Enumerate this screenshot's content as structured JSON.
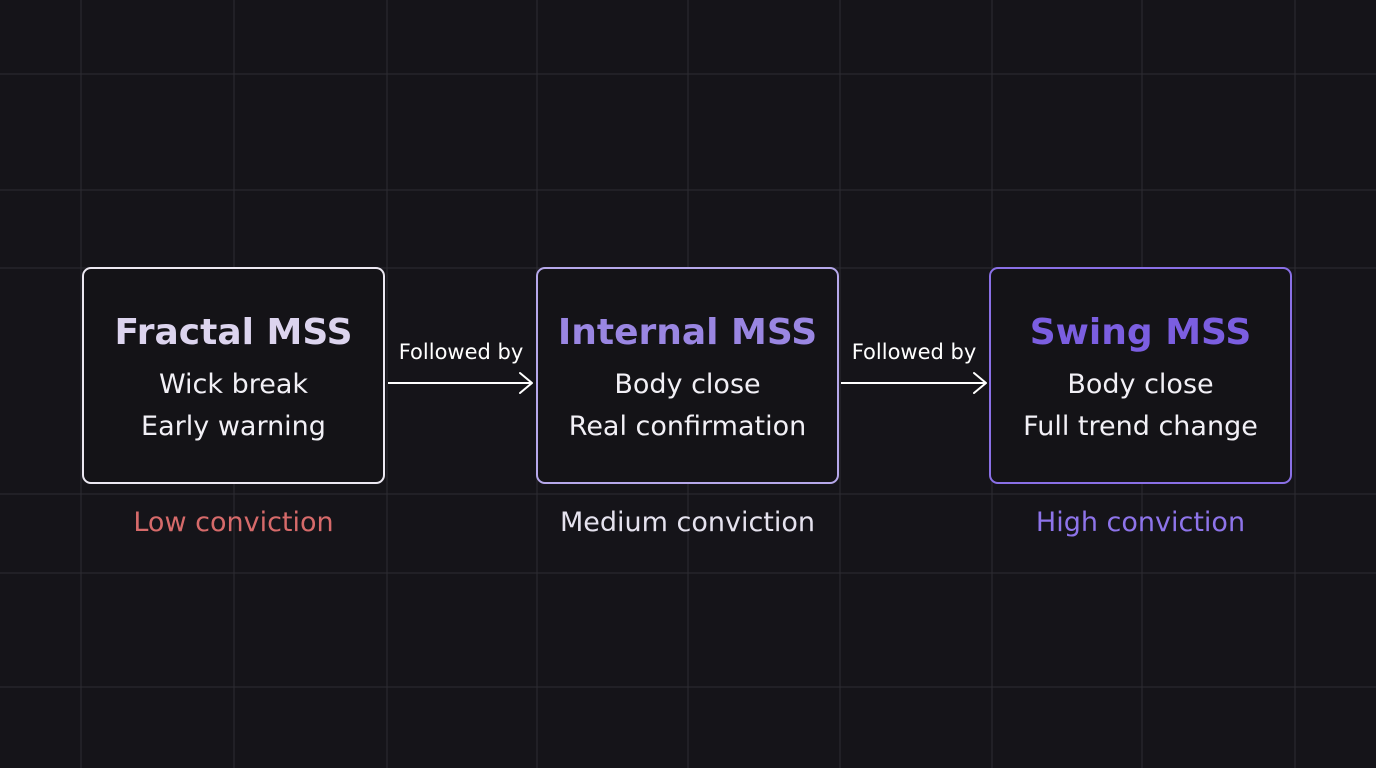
{
  "stages": [
    {
      "title": "Fractal MSS",
      "line1": "Wick break",
      "line2": "Early warning",
      "conviction": "Low conviction"
    },
    {
      "title": "Internal MSS",
      "line1": "Body close",
      "line2": "Real confirmation",
      "conviction": "Medium conviction"
    },
    {
      "title": "Swing MSS",
      "line1": "Body close",
      "line2": "Full trend change",
      "conviction": "High conviction"
    }
  ],
  "connectors": [
    {
      "label": "Followed by"
    },
    {
      "label": "Followed by"
    }
  ],
  "colors": {
    "background": "#151419",
    "grid_line": "#2d2c33",
    "box_fill": "#141317",
    "text_light": "#f2f0f6",
    "fractal_title": "#dcd4ee",
    "internal_title": "#9a86e2",
    "swing_title": "#7b5ee0",
    "fractal_border": "#ece8f2",
    "internal_border": "#b6a8ea",
    "swing_border": "#8a70e6",
    "low_conviction": "#d66a6a",
    "medium_conviction": "#e5e2ee",
    "high_conviction": "#8e74ea",
    "arrow": "#ffffff"
  }
}
